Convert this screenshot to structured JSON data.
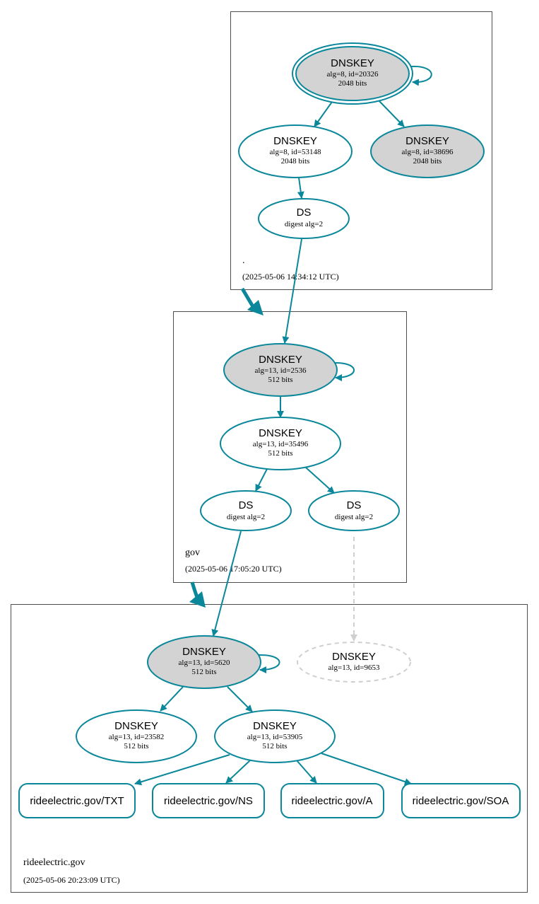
{
  "colors": {
    "edge": "#0a879a",
    "ghost": "#cfcfcf",
    "sep_fill": "#d3d3d3",
    "box_stroke": "#4d4d4d"
  },
  "zones": {
    "root": {
      "label": ".",
      "time": "(2025-05-06 14:34:12 UTC)"
    },
    "gov": {
      "label": "gov",
      "time": "(2025-05-06 17:05:20 UTC)"
    },
    "ride": {
      "label": "rideelectric.gov",
      "time": "(2025-05-06 20:23:09 UTC)"
    }
  },
  "nodes": {
    "root_ksk": {
      "title": "DNSKEY",
      "line1": "alg=8, id=20326",
      "line2": "2048 bits"
    },
    "root_zsk": {
      "title": "DNSKEY",
      "line1": "alg=8, id=53148",
      "line2": "2048 bits"
    },
    "root_zsk2": {
      "title": "DNSKEY",
      "line1": "alg=8, id=38696",
      "line2": "2048 bits"
    },
    "root_ds": {
      "title": "DS",
      "line1": "digest alg=2"
    },
    "gov_ksk": {
      "title": "DNSKEY",
      "line1": "alg=13, id=2536",
      "line2": "512 bits"
    },
    "gov_zsk": {
      "title": "DNSKEY",
      "line1": "alg=13, id=35496",
      "line2": "512 bits"
    },
    "gov_ds1": {
      "title": "DS",
      "line1": "digest alg=2"
    },
    "gov_ds2": {
      "title": "DS",
      "line1": "digest alg=2"
    },
    "ride_ksk": {
      "title": "DNSKEY",
      "line1": "alg=13, id=5620",
      "line2": "512 bits"
    },
    "ride_ghost": {
      "title": "DNSKEY",
      "line1": "alg=13, id=9653"
    },
    "ride_zsk1": {
      "title": "DNSKEY",
      "line1": "alg=13, id=23582",
      "line2": "512 bits"
    },
    "ride_zsk2": {
      "title": "DNSKEY",
      "line1": "alg=13, id=53905",
      "line2": "512 bits"
    }
  },
  "records": {
    "txt": "rideelectric.gov/TXT",
    "ns": "rideelectric.gov/NS",
    "a": "rideelectric.gov/A",
    "soa": "rideelectric.gov/SOA"
  }
}
